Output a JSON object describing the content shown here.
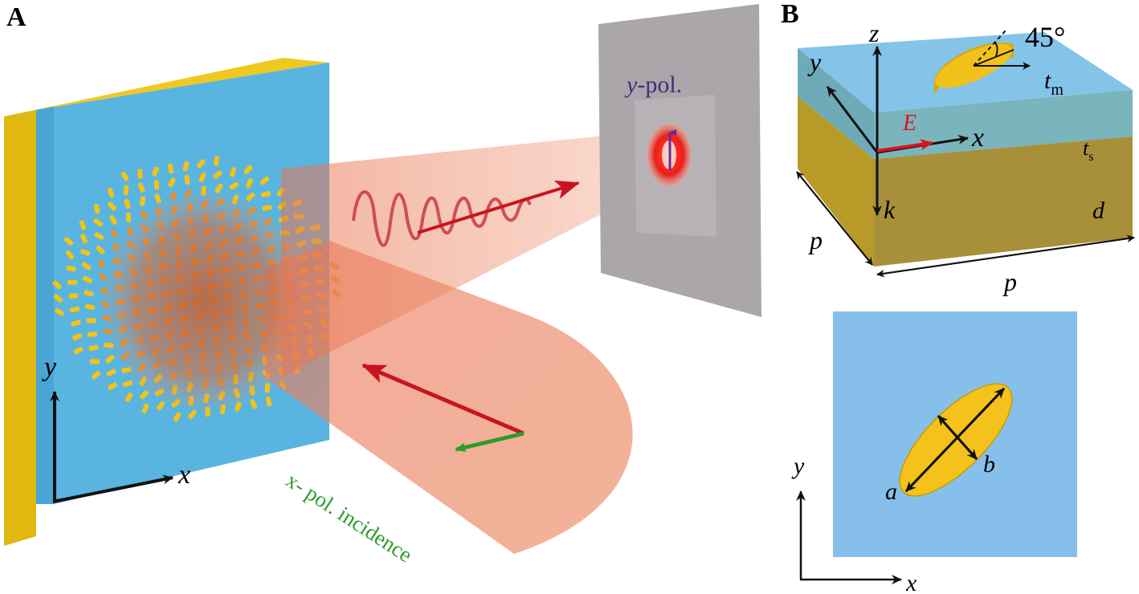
{
  "panels": {
    "a": {
      "label": "A"
    },
    "b": {
      "label": "B"
    }
  },
  "panel_a": {
    "output_label_var": "y",
    "output_label_rest": "-pol.",
    "input_label": "x- pol. incidence",
    "axis_y": "y",
    "axis_x": "x"
  },
  "panel_b": {
    "cell": {
      "axis_z": "z",
      "axis_y": "y",
      "axis_x": "x",
      "field_label": "E",
      "wave_label": "k",
      "angle_label": "45°",
      "t_m_base": "t",
      "t_m_sub": "m",
      "t_s_base": "t",
      "t_s_sub": "s",
      "d_label": "d",
      "p_left": "p",
      "p_bottom": "p"
    },
    "top_view": {
      "a_label": "a",
      "b_label": "b",
      "axis_y": "y",
      "axis_x": "x"
    }
  },
  "colors": {
    "gold": "#f2c318",
    "substrate": "#5ab4e0",
    "beam": "#e8734f",
    "arrow_red": "#c8141e",
    "arrow_green": "#2e9b2a",
    "screen": "#a8a4a8",
    "label_purple": "#4a2a7a"
  }
}
